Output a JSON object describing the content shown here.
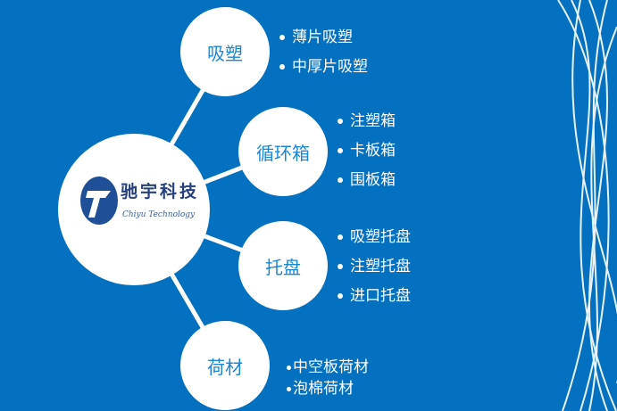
{
  "logo": {
    "cn": "驰宇科技",
    "en": "Chiyu Technology"
  },
  "categories": [
    {
      "label": "吸塑",
      "items": [
        "薄片吸塑",
        "中厚片吸塑"
      ]
    },
    {
      "label": "循环箱",
      "items": [
        "注塑箱",
        "卡板箱",
        "围板箱"
      ]
    },
    {
      "label": "托盘",
      "items": [
        "吸塑托盘",
        "注塑托盘",
        "进口托盘"
      ]
    },
    {
      "label": "荷材",
      "items": [
        "中空板荷材",
        "泡棉荷材"
      ]
    }
  ],
  "colors": {
    "background": "#0470c0",
    "node_text": "#1a86d6"
  }
}
